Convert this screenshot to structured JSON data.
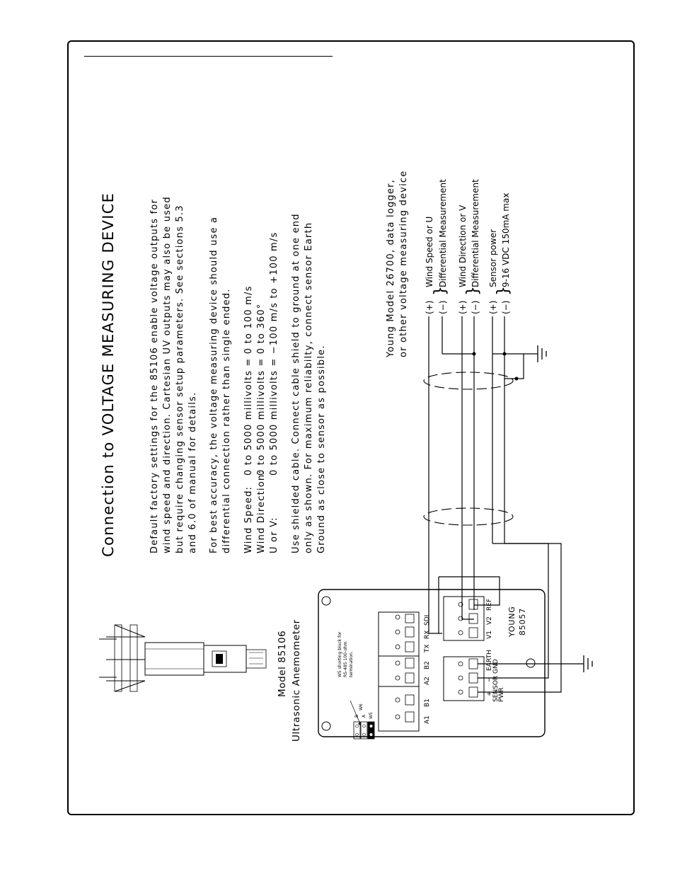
{
  "title": "Connection to VOLTAGE MEASURING DEVICE",
  "paragraphs": {
    "p1": [
      "Default factory settings for the 85106 enable voltage outputs for",
      "wind speed and direction. Cartesian UV outputs may also be used",
      "but require changing sensor setup parameters. See sections 5.3",
      "and 6.0 of manual for details."
    ],
    "p2": [
      "For best accuracy, the voltage measuring device should use a",
      "differential connection rather than single ended."
    ],
    "ranges": [
      {
        "label": "Wind Speed:",
        "value": "0 to 5000 millivolts = 0 to 100 m/s"
      },
      {
        "label": "Wind Direction:",
        "value": "0 to 5000 millivolts = 0 to 360°"
      },
      {
        "label": "U or V:",
        "value": "0 to 5000 millivolts = −100 m/s to +100 m/s"
      }
    ],
    "p4": [
      "Use shielded cable. Connect cable shield to ground at one end",
      "only as shown. For maximum reliabilty, connect sensor Earth",
      "Ground as close to sensor as possible."
    ]
  },
  "sensor": {
    "model": "Model 85106",
    "name": "Ultrasonic Anemometer",
    "board_brand": "YOUNG",
    "board_model": "85057",
    "w5_note": [
      "W5 shorting block for",
      "RS-485 100-ohm",
      "termination."
    ],
    "jumpers": [
      "B",
      "A",
      "W6",
      "W5"
    ],
    "terminal_labels": [
      "A1",
      "B1",
      "A2",
      "B2",
      "TX",
      "RX",
      "SDI"
    ],
    "voltage_labels": [
      "V1",
      "V2",
      "REF"
    ],
    "power_labels": {
      "plus": "+",
      "minus": "−",
      "earth": "EARTH",
      "sensor_gnd": "SENSOR GND",
      "pwr": "PWR"
    }
  },
  "device": {
    "line1": "Young Model 26700, data logger,",
    "line2": "or other voltage measuring device",
    "pairs": [
      {
        "plus": "(+)",
        "minus": "(−)",
        "label1": "Wind Speed or U",
        "label2": "Differential Measurement"
      },
      {
        "plus": "(+)",
        "minus": "(−)",
        "label1": "Wind Direction or V",
        "label2": "Differential Measurement"
      },
      {
        "plus": "(+)",
        "minus": "(−)",
        "label1": "Sensor power",
        "label2": "9-16 VDC 150mA max"
      }
    ]
  }
}
